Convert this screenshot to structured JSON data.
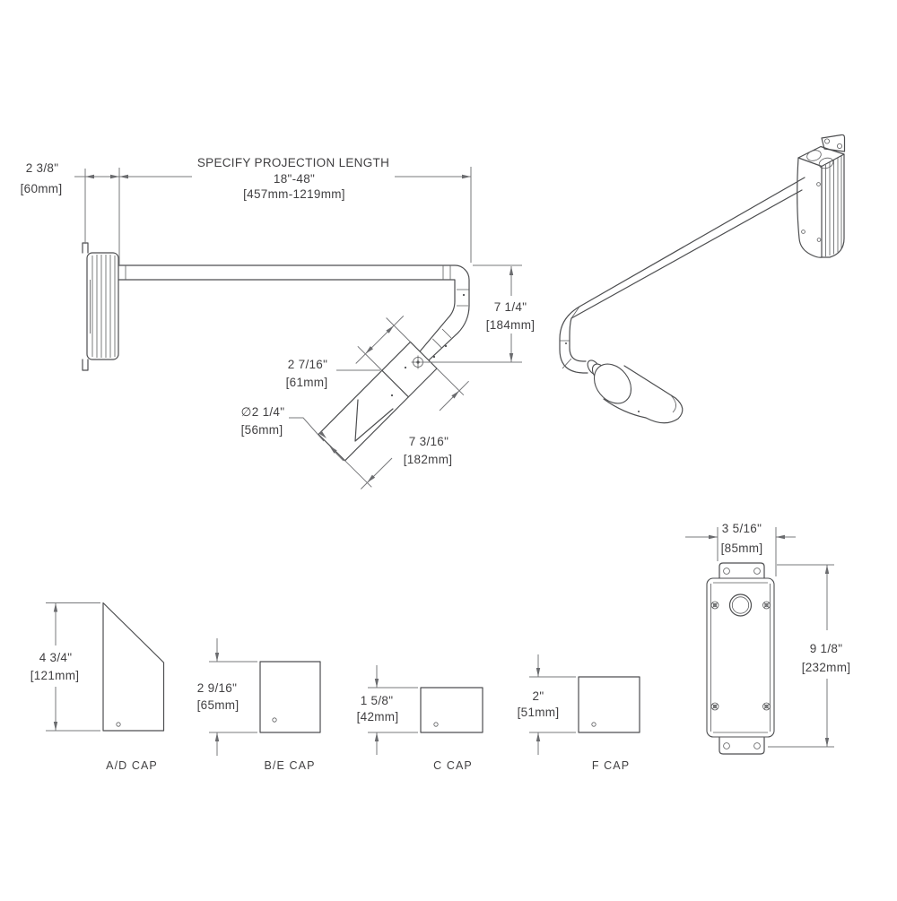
{
  "colors": {
    "background": "#ffffff",
    "object_line": "#4d4e50",
    "dimension_line": "#77787b",
    "text": "#414042"
  },
  "main_view": {
    "projection": {
      "line1": "SPECIFY PROJECTION LENGTH",
      "line2": "18\"-48\"",
      "line3": "[457mm-1219mm]"
    },
    "backplate_depth": {
      "in": "2 3/8\"",
      "mm": "[60mm]"
    },
    "arm_drop": {
      "in": "7 1/4\"",
      "mm": "[184mm]"
    },
    "head_body": {
      "in": "2 7/16\"",
      "mm": "[61mm]"
    },
    "head_diameter": {
      "in": "∅2 1/4\"",
      "mm": "[56mm]"
    },
    "head_length": {
      "in": "7 3/16\"",
      "mm": "[182mm]"
    }
  },
  "caps": [
    {
      "label": "A/D CAP",
      "in": "4 3/4\"",
      "mm": "[121mm]"
    },
    {
      "label": "B/E CAP",
      "in": "2 9/16\"",
      "mm": "[65mm]"
    },
    {
      "label": "C CAP",
      "in": "1 5/8\"",
      "mm": "[42mm]"
    },
    {
      "label": "F CAP",
      "in": "2\"",
      "mm": "[51mm]"
    }
  ],
  "backplate_view": {
    "width": {
      "in": "3 5/16\"",
      "mm": "[85mm]"
    },
    "height": {
      "in": "9 1/8\"",
      "mm": "[232mm]"
    }
  }
}
